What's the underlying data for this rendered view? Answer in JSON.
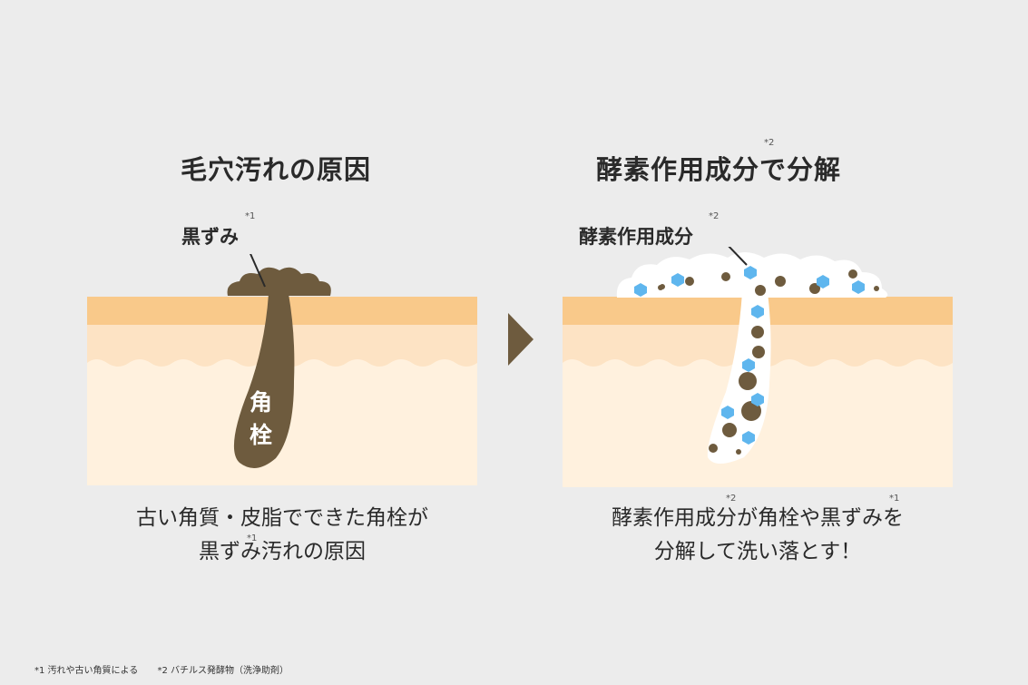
{
  "left": {
    "title": "毛穴汚れの原因",
    "label": "黒ずみ",
    "label_ref": "*1",
    "plug_text": [
      "角",
      "栓"
    ],
    "caption_line1": "古い角質・皮脂でできた角栓が",
    "caption_line2": "黒ずみ汚れの原因",
    "caption_ref": "*1"
  },
  "right": {
    "title": "酵素作用成分で分解",
    "title_ref": "*2",
    "label": "酵素作用成分",
    "label_ref": "*2",
    "caption_line1": "酵素作用成分が角栓や黒ずみを",
    "caption_line2": "分解して洗い落とす！",
    "caption_ref1": "*2",
    "caption_ref2": "*1"
  },
  "footnotes": [
    "*1 汚れや古い角質による",
    "*2 バチルス発酵物（洗浄助剤）"
  ],
  "colors": {
    "skin_top": "#f9c98a",
    "skin_mid": "#fde3c4",
    "skin_low": "#fff1de",
    "dirt": "#6e5b3e",
    "enzyme": "#5fb6ee",
    "arrow": "#6e5b3e"
  }
}
